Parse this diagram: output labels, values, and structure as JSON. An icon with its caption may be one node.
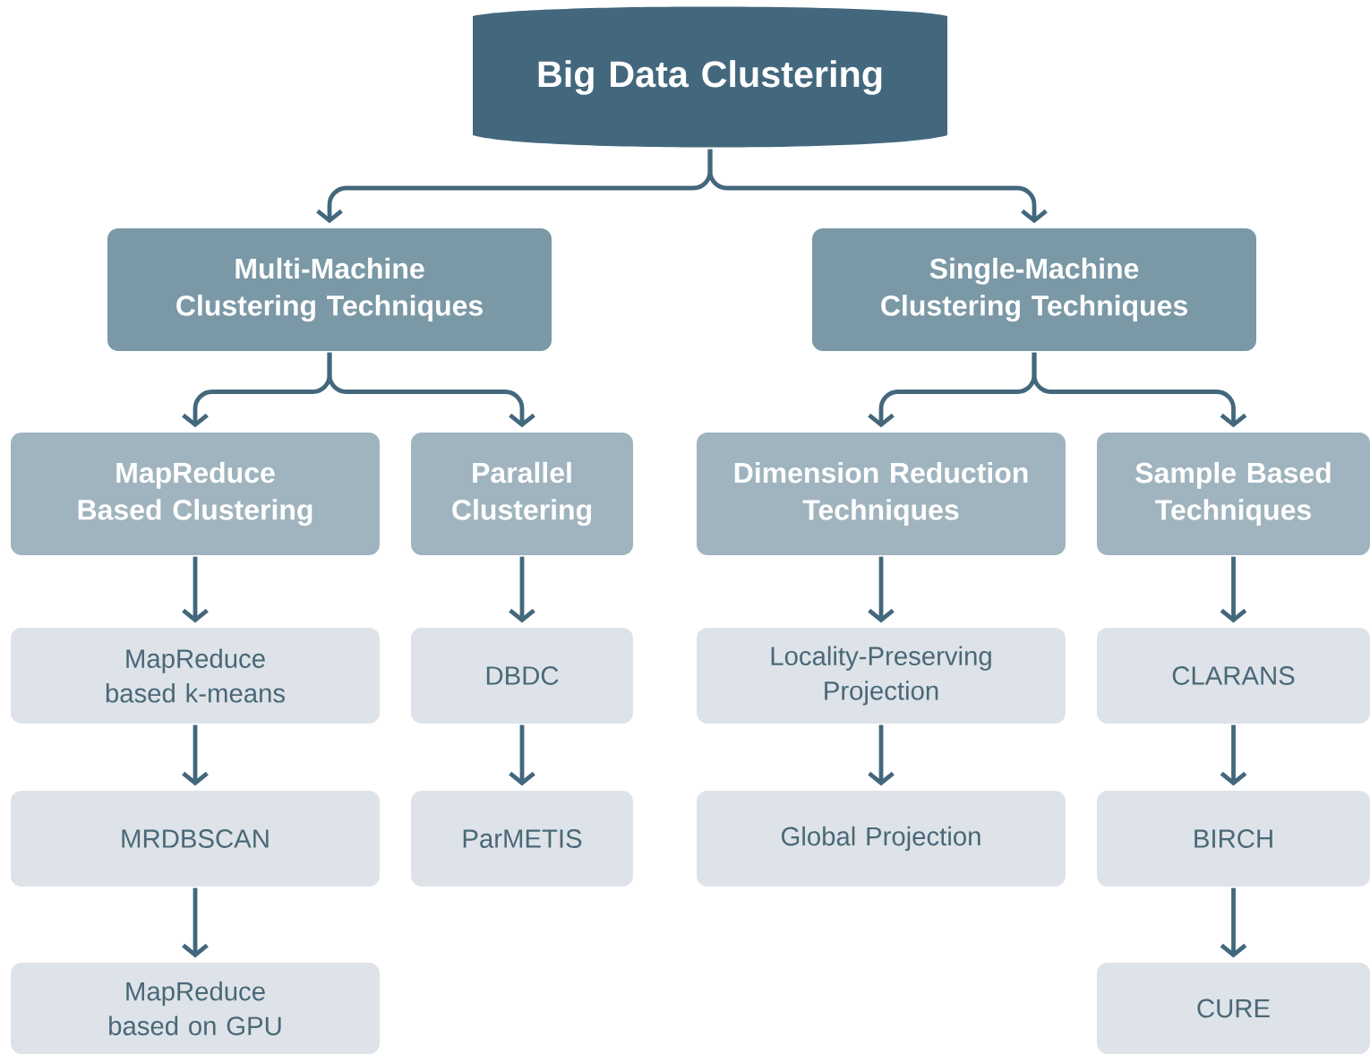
{
  "diagram": {
    "nodes": [
      {
        "text": [
          "Big Data Clustering"
        ]
      },
      {
        "text": [
          "Multi-Machine Clustering Techniques"
        ]
      },
      {
        "text": [
          "Single-Machine Clustering Techniques"
        ]
      },
      {
        "text": [
          "MapReduce Based Clustering"
        ]
      },
      {
        "text": [
          "Parallel Clustering"
        ]
      },
      {
        "text": [
          "Dimension Reduction Techniques"
        ]
      },
      {
        "text": [
          "Sample Based Techniques"
        ]
      },
      {
        "text": [
          "MapReduce based k-means"
        ]
      },
      {
        "text": [
          "MRDBSCAN"
        ]
      },
      {
        "text": [
          "MapReduce based on GPU"
        ]
      },
      {
        "text": [
          "DBDC"
        ]
      },
      {
        "text": [
          "ParMETIS"
        ]
      },
      {
        "text": [
          "Locality-Preserving Projection"
        ]
      },
      {
        "text": [
          "Global Projection"
        ]
      },
      {
        "text": [
          "CLARANS"
        ]
      },
      {
        "text": [
          "BIRCH"
        ]
      },
      {
        "text": [
          "CURE"
        ]
      }
    ],
    "edges": [
      {
        "from": 0,
        "to": 1,
        "arrow": "to"
      },
      {
        "from": 0,
        "to": 2,
        "arrow": "to"
      },
      {
        "from": 1,
        "to": 3,
        "arrow": "to"
      },
      {
        "from": 1,
        "to": 4,
        "arrow": "to"
      },
      {
        "from": 2,
        "to": 5,
        "arrow": "to"
      },
      {
        "from": 2,
        "to": 6,
        "arrow": "to"
      },
      {
        "from": 3,
        "to": 7,
        "arrow": "to"
      },
      {
        "from": 7,
        "to": 8,
        "arrow": "to"
      },
      {
        "from": 8,
        "to": 9,
        "arrow": "to"
      },
      {
        "from": 4,
        "to": 10,
        "arrow": "to"
      },
      {
        "from": 10,
        "to": 11,
        "arrow": "to"
      },
      {
        "from": 5,
        "to": 12,
        "arrow": "to"
      },
      {
        "from": 12,
        "to": 13,
        "arrow": "to"
      },
      {
        "from": 6,
        "to": 14,
        "arrow": "to"
      },
      {
        "from": 14,
        "to": 15,
        "arrow": "to"
      },
      {
        "from": 15,
        "to": 16,
        "arrow": "to"
      }
    ]
  }
}
